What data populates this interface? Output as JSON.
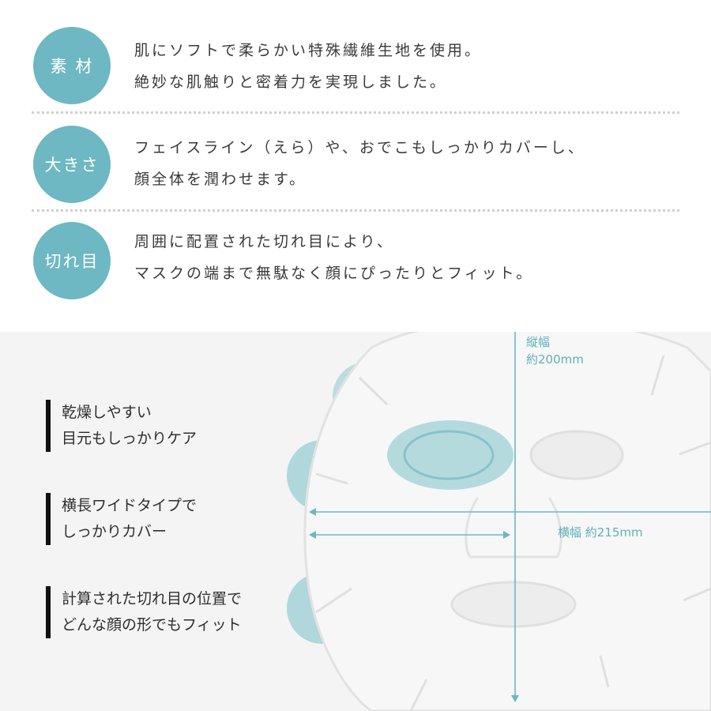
{
  "features": [
    {
      "badge": "素 材",
      "lines": [
        "肌にソフトで柔らかい特殊繊維生地を使用。",
        "絶妙な肌触りと密着力を実現しました。"
      ]
    },
    {
      "badge": "大きさ",
      "lines": [
        "フェイスライン（えら）や、おでこもしっかりカバーし、",
        "顔全体を潤わせます。"
      ]
    },
    {
      "badge": "切れ目",
      "lines": [
        "周囲に配置された切れ目により、",
        "マスクの端まで無駄なく顔にぴったりとフィット。"
      ]
    }
  ],
  "diagram": {
    "points": [
      {
        "lines": [
          "乾燥しやすい",
          "目元もしっかりケア"
        ]
      },
      {
        "lines": [
          "横長ワイドタイプで",
          "しっかりカバー"
        ]
      },
      {
        "lines": [
          "計算された切れ目の位置で",
          "どんな顔の形でもフィット"
        ]
      }
    ],
    "height_label": [
      "縦幅",
      "約200mm"
    ],
    "width_label": "横幅 約215mm"
  },
  "colors": {
    "accent": "#6db8c2",
    "highlight": "#9fd0d6",
    "background_bottom": "#f4f4f4"
  }
}
